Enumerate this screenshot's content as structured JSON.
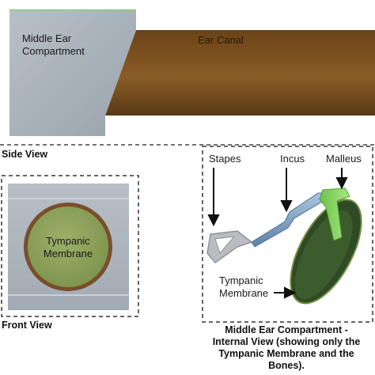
{
  "side_view": {
    "caption": "Side View",
    "middle_ear_label_line1": "Middle Ear",
    "middle_ear_label_line2": "Compartment",
    "ear_canal_label": "Ear Canal"
  },
  "front_view": {
    "caption": "Front View",
    "membrane_label_line1": "Tympanic",
    "membrane_label_line2": "Membrane"
  },
  "internal_view": {
    "stapes_label": "Stapes",
    "incus_label": "Incus",
    "malleus_label": "Malleus",
    "membrane_label_line1": "Tympanic",
    "membrane_label_line2": "Membrane",
    "caption_lines": [
      "Middle Ear Compartment -",
      "Internal View  (showing only the",
      "Tympanic Membrane and the",
      "Bones)."
    ]
  },
  "colors": {
    "compartment_gray": "#a9b2b9",
    "ear_canal_brown": "#7a4f1f",
    "membrane_fill": "#88a05a",
    "membrane_ring": "#7a4e2c",
    "membrane_dark": "#2f4a25",
    "malleus_green": "#8fd96a",
    "incus_blue": "#7a9fc2",
    "stapes_gray": "#b9bdc1"
  }
}
